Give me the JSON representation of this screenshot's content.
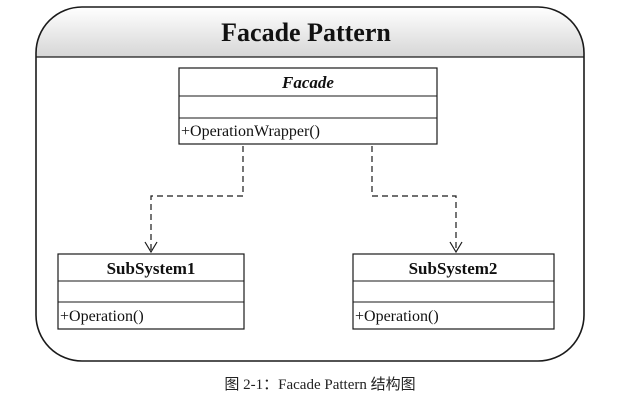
{
  "title": "Facade Pattern",
  "facade": {
    "name": "Facade",
    "attributes": "",
    "operation": "+OperationWrapper()"
  },
  "subsystems": [
    {
      "name": "SubSystem1",
      "attributes": "",
      "operation": "+Operation()"
    },
    {
      "name": "SubSystem2",
      "attributes": "",
      "operation": "+Operation()"
    }
  ],
  "caption": "图 2-1：Facade Pattern 结构图",
  "colors": {
    "line": "#1a1a1a",
    "frame_header_top": "#ffffff",
    "frame_header_bottom": "#d9d9d9",
    "frame_body": "#ffffff"
  }
}
